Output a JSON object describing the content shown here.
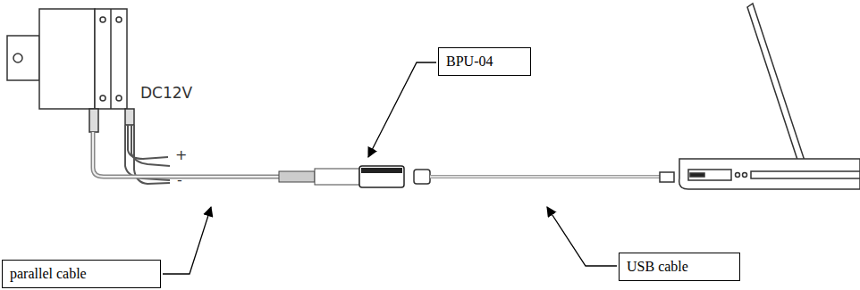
{
  "diagram": {
    "nodes": [
      {
        "text": [
          "BPU-04"
        ]
      },
      {
        "text": [
          "parallel cable"
        ]
      },
      {
        "text": [
          "USB cable"
        ]
      }
    ],
    "labels": [
      "DC12V",
      "+",
      "-"
    ]
  }
}
